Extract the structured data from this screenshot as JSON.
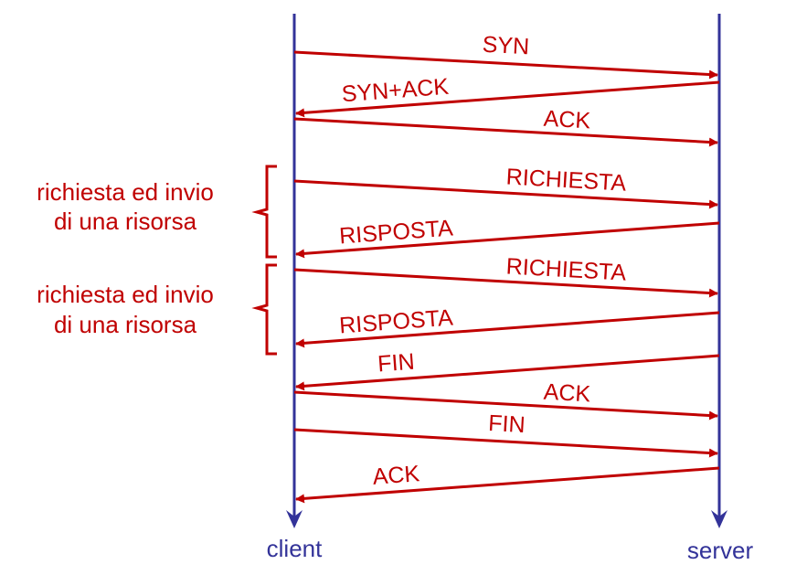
{
  "colors": {
    "message": "#c00000",
    "lifeline": "#333399",
    "bracket": "#c00000"
  },
  "lifelines": {
    "client": {
      "label": "client"
    },
    "server": {
      "label": "server"
    }
  },
  "messages": [
    {
      "label": "SYN",
      "direction": "client-to-server"
    },
    {
      "label": "SYN+ACK",
      "direction": "server-to-client"
    },
    {
      "label": "ACK",
      "direction": "client-to-server"
    },
    {
      "label": "RICHIESTA",
      "direction": "client-to-server"
    },
    {
      "label": "RISPOSTA",
      "direction": "server-to-client"
    },
    {
      "label": "RICHIESTA",
      "direction": "client-to-server"
    },
    {
      "label": "RISPOSTA",
      "direction": "server-to-client"
    },
    {
      "label": "FIN",
      "direction": "server-to-client"
    },
    {
      "label": "ACK",
      "direction": "client-to-server"
    },
    {
      "label": "FIN",
      "direction": "client-to-server"
    },
    {
      "label": "ACK",
      "direction": "server-to-client"
    }
  ],
  "groups": [
    {
      "line1": "richiesta ed invio",
      "line2": "di una risorsa"
    },
    {
      "line1": "richiesta ed invio",
      "line2": "di una risorsa"
    }
  ]
}
